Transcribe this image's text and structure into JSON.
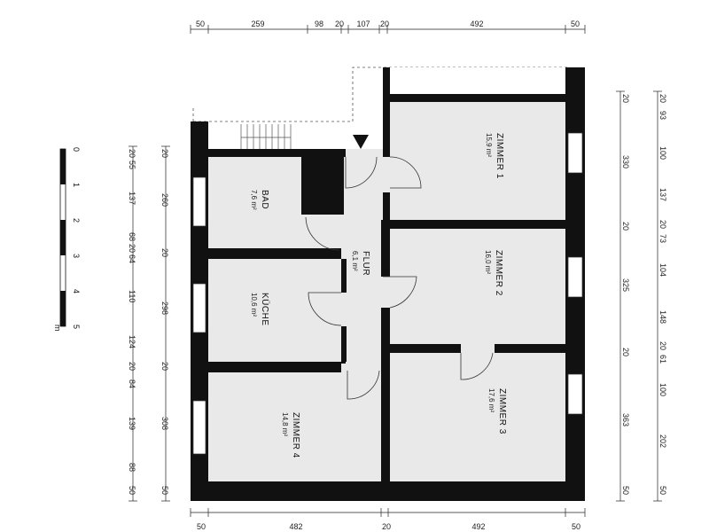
{
  "plan": {
    "rooms": {
      "bad": {
        "name": "BAD",
        "area": "7,6 m²"
      },
      "kueche": {
        "name": "KÜCHE",
        "area": "10,6 m²"
      },
      "flur": {
        "name": "FLUR",
        "area": "6,1 m²"
      },
      "zimmer1": {
        "name": "ZIMMER 1",
        "area": "15,9 m²"
      },
      "zimmer2": {
        "name": "ZIMMER 2",
        "area": "16,0 m²"
      },
      "zimmer3": {
        "name": "ZIMMER 3",
        "area": "17,6 m²"
      },
      "zimmer4": {
        "name": "ZIMMER 4",
        "area": "14,8 m²"
      }
    },
    "dimensions": {
      "top": [
        "50",
        "259",
        "98",
        "20",
        "107",
        "20",
        "492",
        "50"
      ],
      "bottom": [
        "50",
        "482",
        "20",
        "492",
        "50"
      ],
      "left_detail": [
        "20",
        "55",
        "137",
        "68",
        "20",
        "64",
        "110",
        "124",
        "20",
        "84",
        "139",
        "88",
        "50"
      ],
      "left_overall": [
        "20",
        "260",
        "20",
        "298",
        "20",
        "308",
        "50"
      ],
      "right_overall": [
        "20",
        "330",
        "20",
        "325",
        "20",
        "363",
        "50"
      ],
      "right_detail": [
        "20",
        "93",
        "100",
        "137",
        "20",
        "73",
        "104",
        "148",
        "20",
        "61",
        "100",
        "202",
        "50"
      ]
    },
    "scale": {
      "ticks": [
        "0",
        "1",
        "2",
        "3",
        "4",
        "5"
      ],
      "unit": "m"
    }
  }
}
